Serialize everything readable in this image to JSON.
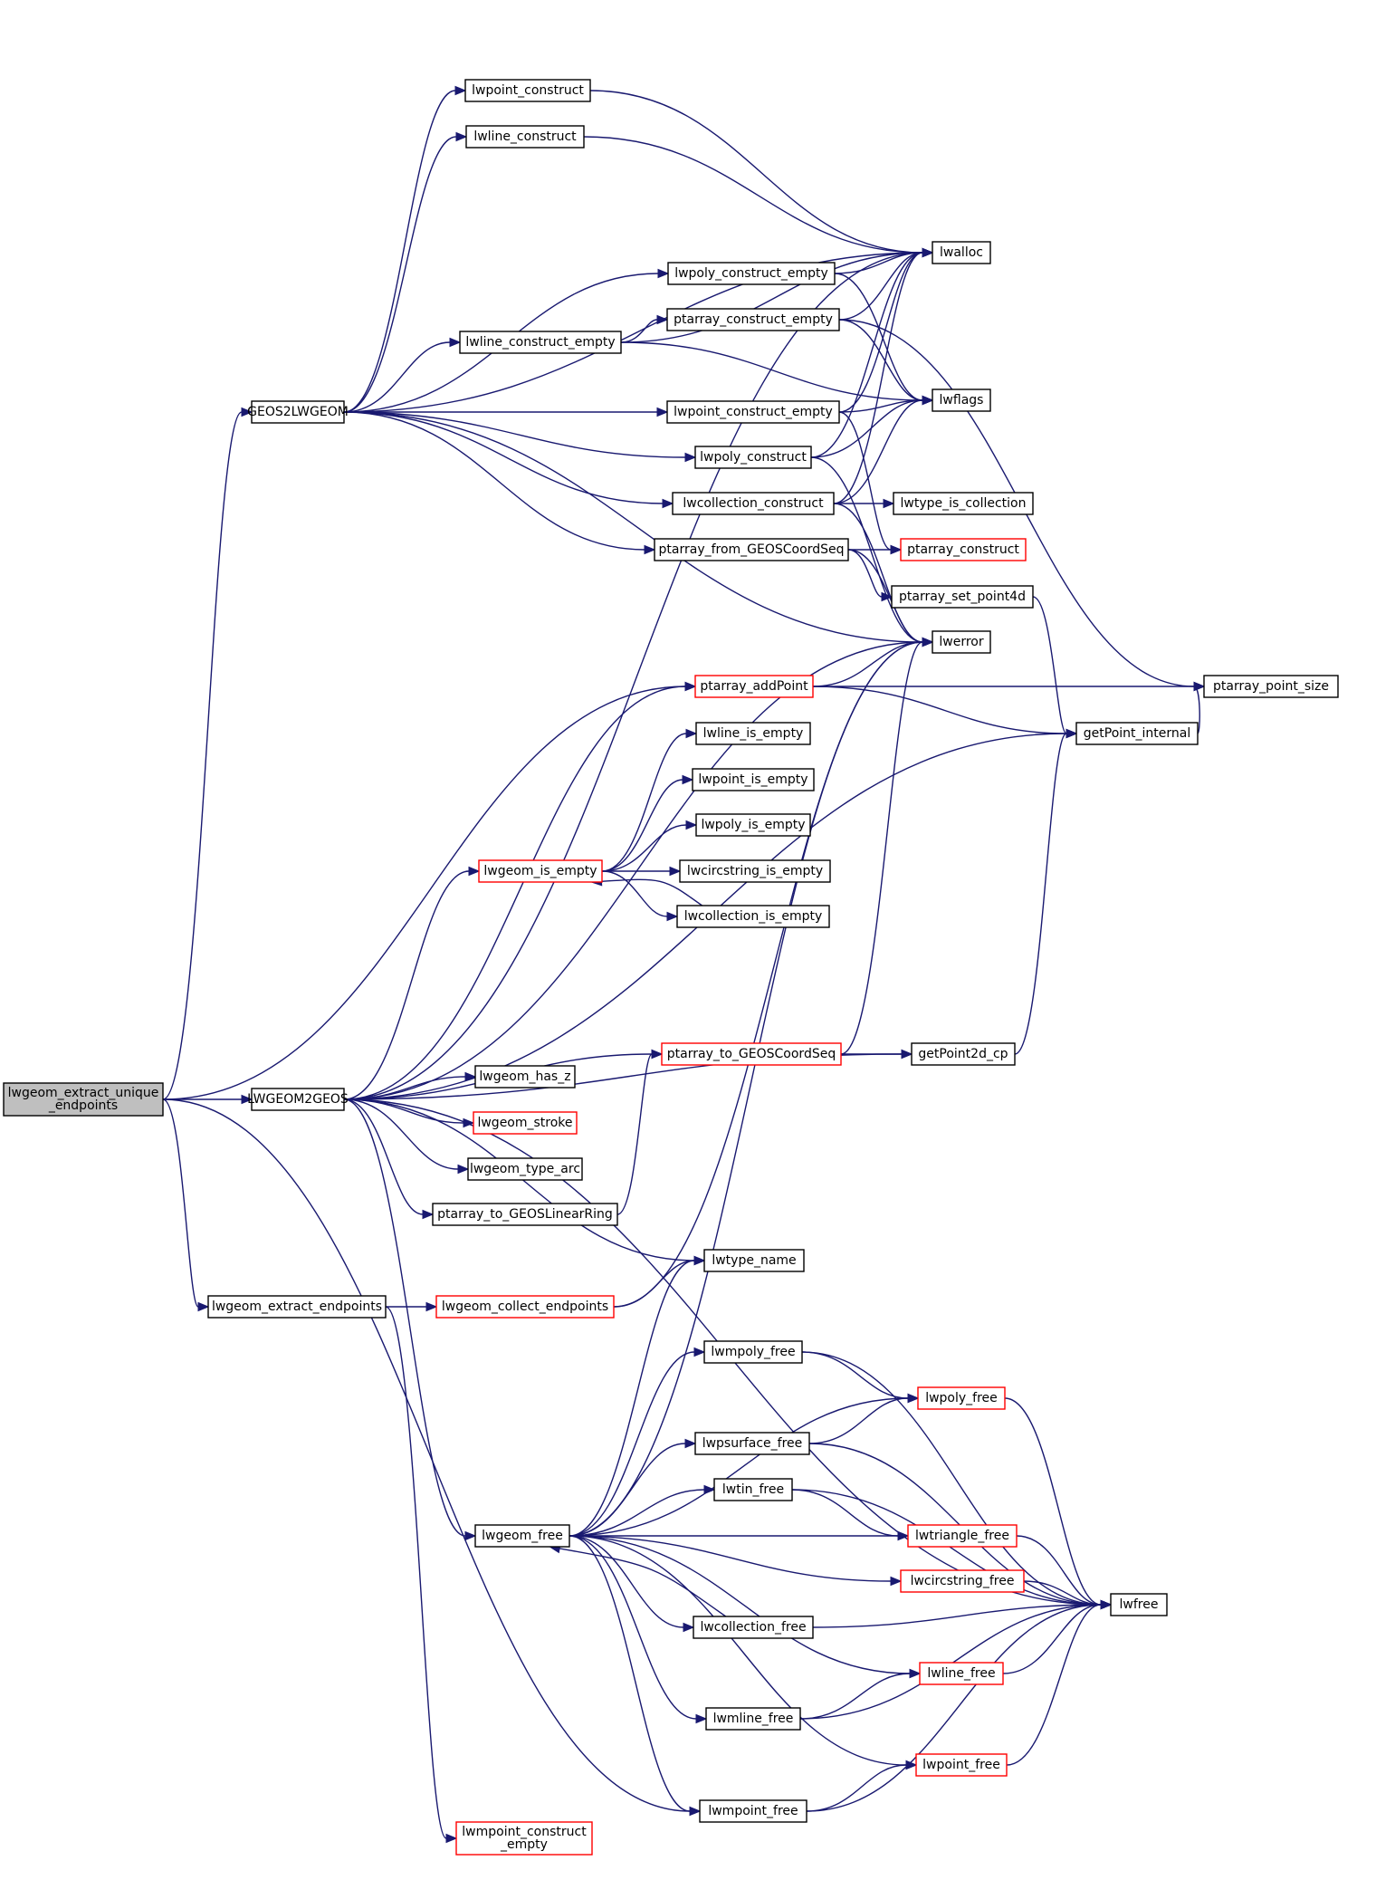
{
  "graph": {
    "colors": {
      "edge": "#191970",
      "node_border_default": "#000000",
      "node_border_truncated": "#ff0000",
      "root_fill": "#bfbfbf",
      "node_fill": "#ffffff"
    },
    "nodes": [
      {
        "id": "root",
        "lines": [
          "lwgeom_extract_unique",
          "_endpoints"
        ],
        "style": "root"
      },
      {
        "id": "GEOS2LWGEOM",
        "lines": [
          "GEOS2LWGEOM"
        ],
        "style": "normal"
      },
      {
        "id": "LWGEOM2GEOS",
        "lines": [
          "LWGEOM2GEOS"
        ],
        "style": "normal"
      },
      {
        "id": "lwgeom_extract_endpoints",
        "lines": [
          "lwgeom_extract_endpoints"
        ],
        "style": "normal"
      },
      {
        "id": "lwpoint_construct",
        "lines": [
          "lwpoint_construct"
        ],
        "style": "normal"
      },
      {
        "id": "lwline_construct",
        "lines": [
          "lwline_construct"
        ],
        "style": "normal"
      },
      {
        "id": "lwalloc",
        "lines": [
          "lwalloc"
        ],
        "style": "normal"
      },
      {
        "id": "lwpoly_construct_empty",
        "lines": [
          "lwpoly_construct_empty"
        ],
        "style": "normal"
      },
      {
        "id": "ptarray_construct_empty",
        "lines": [
          "ptarray_construct_empty"
        ],
        "style": "normal"
      },
      {
        "id": "lwline_construct_empty",
        "lines": [
          "lwline_construct_empty"
        ],
        "style": "normal"
      },
      {
        "id": "lwflags",
        "lines": [
          "lwflags"
        ],
        "style": "normal"
      },
      {
        "id": "lwpoint_construct_empty",
        "lines": [
          "lwpoint_construct_empty"
        ],
        "style": "normal"
      },
      {
        "id": "lwpoly_construct",
        "lines": [
          "lwpoly_construct"
        ],
        "style": "normal"
      },
      {
        "id": "lwcollection_construct",
        "lines": [
          "lwcollection_construct"
        ],
        "style": "normal"
      },
      {
        "id": "lwtype_is_collection",
        "lines": [
          "lwtype_is_collection"
        ],
        "style": "normal"
      },
      {
        "id": "ptarray_from_GEOSCoordSeq",
        "lines": [
          "ptarray_from_GEOSCoordSeq"
        ],
        "style": "normal"
      },
      {
        "id": "ptarray_construct",
        "lines": [
          "ptarray_construct"
        ],
        "style": "truncated"
      },
      {
        "id": "ptarray_set_point4d",
        "lines": [
          "ptarray_set_point4d"
        ],
        "style": "normal"
      },
      {
        "id": "lwerror",
        "lines": [
          "lwerror"
        ],
        "style": "normal"
      },
      {
        "id": "ptarray_addPoint",
        "lines": [
          "ptarray_addPoint"
        ],
        "style": "truncated"
      },
      {
        "id": "ptarray_point_size",
        "lines": [
          "ptarray_point_size"
        ],
        "style": "normal"
      },
      {
        "id": "getPoint_internal",
        "lines": [
          "getPoint_internal"
        ],
        "style": "normal"
      },
      {
        "id": "lwline_is_empty",
        "lines": [
          "lwline_is_empty"
        ],
        "style": "normal"
      },
      {
        "id": "lwpoint_is_empty",
        "lines": [
          "lwpoint_is_empty"
        ],
        "style": "normal"
      },
      {
        "id": "lwpoly_is_empty",
        "lines": [
          "lwpoly_is_empty"
        ],
        "style": "normal"
      },
      {
        "id": "lwgeom_is_empty",
        "lines": [
          "lwgeom_is_empty"
        ],
        "style": "truncated"
      },
      {
        "id": "lwcircstring_is_empty",
        "lines": [
          "lwcircstring_is_empty"
        ],
        "style": "normal"
      },
      {
        "id": "lwcollection_is_empty",
        "lines": [
          "lwcollection_is_empty"
        ],
        "style": "normal"
      },
      {
        "id": "ptarray_to_GEOSCoordSeq",
        "lines": [
          "ptarray_to_GEOSCoordSeq"
        ],
        "style": "truncated"
      },
      {
        "id": "getPoint2d_cp",
        "lines": [
          "getPoint2d_cp"
        ],
        "style": "normal"
      },
      {
        "id": "lwgeom_has_z",
        "lines": [
          "lwgeom_has_z"
        ],
        "style": "normal"
      },
      {
        "id": "lwgeom_stroke",
        "lines": [
          "lwgeom_stroke"
        ],
        "style": "truncated"
      },
      {
        "id": "lwgeom_type_arc",
        "lines": [
          "lwgeom_type_arc"
        ],
        "style": "normal"
      },
      {
        "id": "ptarray_to_GEOSLinearRing",
        "lines": [
          "ptarray_to_GEOSLinearRing"
        ],
        "style": "normal"
      },
      {
        "id": "lwtype_name",
        "lines": [
          "lwtype_name"
        ],
        "style": "normal"
      },
      {
        "id": "lwgeom_collect_endpoints",
        "lines": [
          "lwgeom_collect_endpoints"
        ],
        "style": "truncated"
      },
      {
        "id": "lwmpoly_free",
        "lines": [
          "lwmpoly_free"
        ],
        "style": "normal"
      },
      {
        "id": "lwpoly_free",
        "lines": [
          "lwpoly_free"
        ],
        "style": "truncated"
      },
      {
        "id": "lwpsurface_free",
        "lines": [
          "lwpsurface_free"
        ],
        "style": "normal"
      },
      {
        "id": "lwtin_free",
        "lines": [
          "lwtin_free"
        ],
        "style": "normal"
      },
      {
        "id": "lwgeom_free",
        "lines": [
          "lwgeom_free"
        ],
        "style": "normal"
      },
      {
        "id": "lwtriangle_free",
        "lines": [
          "lwtriangle_free"
        ],
        "style": "truncated"
      },
      {
        "id": "lwcircstring_free",
        "lines": [
          "lwcircstring_free"
        ],
        "style": "truncated"
      },
      {
        "id": "lwfree",
        "lines": [
          "lwfree"
        ],
        "style": "normal"
      },
      {
        "id": "lwcollection_free",
        "lines": [
          "lwcollection_free"
        ],
        "style": "normal"
      },
      {
        "id": "lwline_free",
        "lines": [
          "lwline_free"
        ],
        "style": "truncated"
      },
      {
        "id": "lwmline_free",
        "lines": [
          "lwmline_free"
        ],
        "style": "normal"
      },
      {
        "id": "lwpoint_free",
        "lines": [
          "lwpoint_free"
        ],
        "style": "truncated"
      },
      {
        "id": "lwmpoint_free",
        "lines": [
          "lwmpoint_free"
        ],
        "style": "normal"
      },
      {
        "id": "lwmpoint_construct_empty",
        "lines": [
          "lwmpoint_construct",
          "_empty"
        ],
        "style": "truncated"
      }
    ],
    "edges": [
      [
        "root",
        "GEOS2LWGEOM"
      ],
      [
        "root",
        "LWGEOM2GEOS"
      ],
      [
        "root",
        "lwgeom_extract_endpoints"
      ],
      [
        "root",
        "ptarray_addPoint"
      ],
      [
        "root",
        "lwmpoint_free"
      ],
      [
        "GEOS2LWGEOM",
        "lwpoint_construct"
      ],
      [
        "GEOS2LWGEOM",
        "lwline_construct"
      ],
      [
        "GEOS2LWGEOM",
        "lwalloc"
      ],
      [
        "GEOS2LWGEOM",
        "lwpoly_construct_empty"
      ],
      [
        "GEOS2LWGEOM",
        "lwline_construct_empty"
      ],
      [
        "GEOS2LWGEOM",
        "lwpoint_construct_empty"
      ],
      [
        "GEOS2LWGEOM",
        "lwpoly_construct"
      ],
      [
        "GEOS2LWGEOM",
        "lwcollection_construct"
      ],
      [
        "GEOS2LWGEOM",
        "ptarray_from_GEOSCoordSeq"
      ],
      [
        "GEOS2LWGEOM",
        "lwerror"
      ],
      [
        "lwpoint_construct",
        "lwalloc"
      ],
      [
        "lwline_construct",
        "lwalloc"
      ],
      [
        "lwpoly_construct_empty",
        "lwalloc"
      ],
      [
        "lwpoly_construct_empty",
        "lwflags"
      ],
      [
        "ptarray_construct_empty",
        "lwalloc"
      ],
      [
        "ptarray_construct_empty",
        "lwflags"
      ],
      [
        "ptarray_construct_empty",
        "ptarray_point_size"
      ],
      [
        "lwline_construct_empty",
        "lwalloc"
      ],
      [
        "lwline_construct_empty",
        "ptarray_construct_empty"
      ],
      [
        "lwline_construct_empty",
        "lwflags"
      ],
      [
        "lwpoint_construct_empty",
        "lwalloc"
      ],
      [
        "lwpoint_construct_empty",
        "lwflags"
      ],
      [
        "lwpoint_construct_empty",
        "ptarray_construct"
      ],
      [
        "lwpoly_construct",
        "lwalloc"
      ],
      [
        "lwpoly_construct",
        "lwflags"
      ],
      [
        "lwpoly_construct",
        "lwerror"
      ],
      [
        "lwcollection_construct",
        "lwalloc"
      ],
      [
        "lwcollection_construct",
        "lwflags"
      ],
      [
        "lwcollection_construct",
        "lwtype_is_collection"
      ],
      [
        "lwcollection_construct",
        "lwerror"
      ],
      [
        "ptarray_from_GEOSCoordSeq",
        "ptarray_construct"
      ],
      [
        "ptarray_from_GEOSCoordSeq",
        "ptarray_set_point4d"
      ],
      [
        "ptarray_from_GEOSCoordSeq",
        "lwerror"
      ],
      [
        "ptarray_set_point4d",
        "getPoint_internal"
      ],
      [
        "ptarray_addPoint",
        "lwerror"
      ],
      [
        "ptarray_addPoint",
        "ptarray_point_size"
      ],
      [
        "ptarray_addPoint",
        "getPoint_internal"
      ],
      [
        "getPoint_internal",
        "ptarray_point_size"
      ],
      [
        "LWGEOM2GEOS",
        "lwalloc"
      ],
      [
        "LWGEOM2GEOS",
        "ptarray_addPoint"
      ],
      [
        "LWGEOM2GEOS",
        "lwgeom_is_empty"
      ],
      [
        "LWGEOM2GEOS",
        "lwerror"
      ],
      [
        "LWGEOM2GEOS",
        "getPoint_internal"
      ],
      [
        "LWGEOM2GEOS",
        "ptarray_to_GEOSCoordSeq"
      ],
      [
        "LWGEOM2GEOS",
        "lwgeom_has_z"
      ],
      [
        "LWGEOM2GEOS",
        "lwgeom_stroke"
      ],
      [
        "LWGEOM2GEOS",
        "lwgeom_type_arc"
      ],
      [
        "LWGEOM2GEOS",
        "ptarray_to_GEOSLinearRing"
      ],
      [
        "LWGEOM2GEOS",
        "getPoint2d_cp"
      ],
      [
        "LWGEOM2GEOS",
        "lwtype_name"
      ],
      [
        "LWGEOM2GEOS",
        "lwgeom_free"
      ],
      [
        "LWGEOM2GEOS",
        "lwfree"
      ],
      [
        "lwgeom_is_empty",
        "lwline_is_empty"
      ],
      [
        "lwgeom_is_empty",
        "lwpoint_is_empty"
      ],
      [
        "lwgeom_is_empty",
        "lwpoly_is_empty"
      ],
      [
        "lwgeom_is_empty",
        "lwcircstring_is_empty"
      ],
      [
        "lwgeom_is_empty",
        "lwcollection_is_empty"
      ],
      [
        "lwcollection_is_empty",
        "lwgeom_is_empty"
      ],
      [
        "ptarray_to_GEOSCoordSeq",
        "lwerror"
      ],
      [
        "ptarray_to_GEOSCoordSeq",
        "getPoint2d_cp"
      ],
      [
        "getPoint2d_cp",
        "getPoint_internal"
      ],
      [
        "ptarray_to_GEOSLinearRing",
        "ptarray_to_GEOSCoordSeq"
      ],
      [
        "lwgeom_extract_endpoints",
        "lwgeom_collect_endpoints"
      ],
      [
        "lwgeom_extract_endpoints",
        "lwmpoint_construct_empty"
      ],
      [
        "lwgeom_collect_endpoints",
        "lwtype_name"
      ],
      [
        "lwgeom_collect_endpoints",
        "lwerror"
      ],
      [
        "lwgeom_free",
        "lwmpoly_free"
      ],
      [
        "lwgeom_free",
        "lwpoly_free"
      ],
      [
        "lwgeom_free",
        "lwpsurface_free"
      ],
      [
        "lwgeom_free",
        "lwtin_free"
      ],
      [
        "lwgeom_free",
        "lwtriangle_free"
      ],
      [
        "lwgeom_free",
        "lwcircstring_free"
      ],
      [
        "lwgeom_free",
        "lwcollection_free"
      ],
      [
        "lwgeom_free",
        "lwline_free"
      ],
      [
        "lwgeom_free",
        "lwmline_free"
      ],
      [
        "lwgeom_free",
        "lwpoint_free"
      ],
      [
        "lwgeom_free",
        "lwmpoint_free"
      ],
      [
        "lwgeom_free",
        "lwtype_name"
      ],
      [
        "lwgeom_free",
        "lwerror"
      ],
      [
        "lwcollection_free",
        "lwgeom_free"
      ],
      [
        "lwcollection_free",
        "lwfree"
      ],
      [
        "lwmpoly_free",
        "lwpoly_free"
      ],
      [
        "lwmpoly_free",
        "lwfree"
      ],
      [
        "lwpsurface_free",
        "lwpoly_free"
      ],
      [
        "lwpsurface_free",
        "lwfree"
      ],
      [
        "lwtin_free",
        "lwtriangle_free"
      ],
      [
        "lwtin_free",
        "lwfree"
      ],
      [
        "lwmline_free",
        "lwline_free"
      ],
      [
        "lwmline_free",
        "lwfree"
      ],
      [
        "lwmpoint_free",
        "lwpoint_free"
      ],
      [
        "lwmpoint_free",
        "lwfree"
      ],
      [
        "lwpoly_free",
        "lwfree"
      ],
      [
        "lwtriangle_free",
        "lwfree"
      ],
      [
        "lwcircstring_free",
        "lwfree"
      ],
      [
        "lwline_free",
        "lwfree"
      ],
      [
        "lwpoint_free",
        "lwfree"
      ]
    ]
  }
}
